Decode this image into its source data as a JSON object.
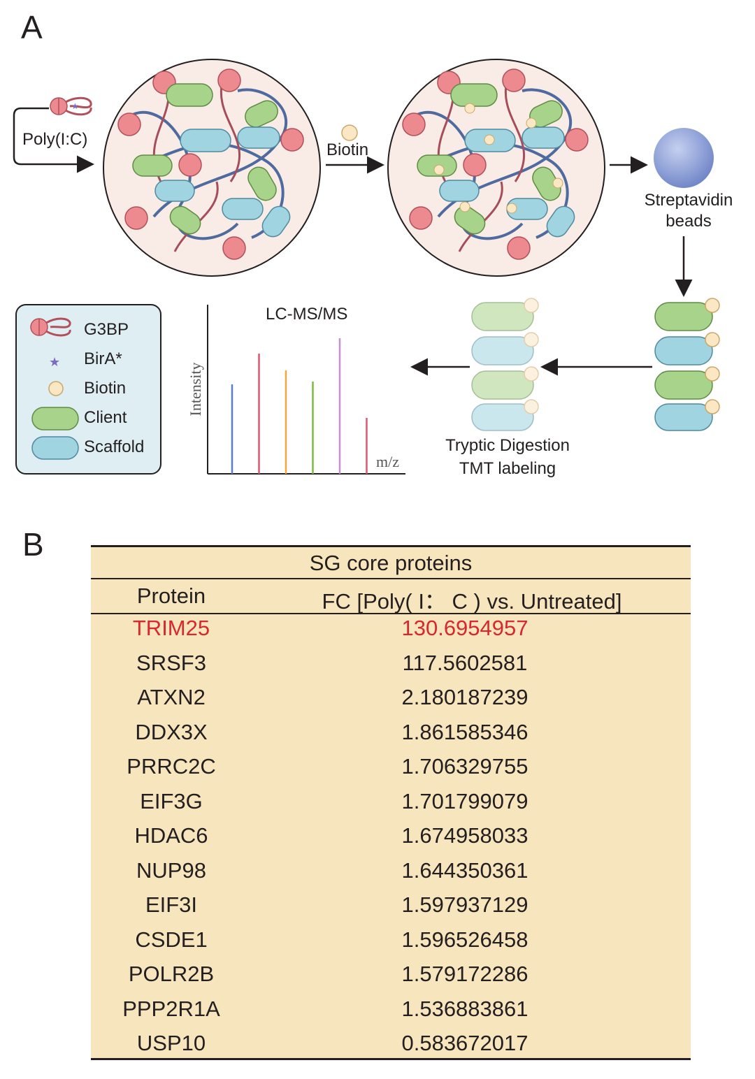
{
  "panel_a": {
    "letter": "A",
    "treatment_label": "Poly(I:C)",
    "biotin_arrow_label": "Biotin",
    "beads_label_line1": "Streptavidin",
    "beads_label_line2": "beads",
    "digestion_label_line1": "Tryptic Digestion",
    "digestion_label_line2": "TMT labeling",
    "ms_title": "LC-MS/MS",
    "ms_y_label": "Intensity",
    "ms_x_label": "m/z",
    "legend": [
      {
        "label": "G3BP",
        "icon": "g3bp-icon"
      },
      {
        "label": "BirA*",
        "icon": "star-icon"
      },
      {
        "label": "Biotin",
        "icon": "biotin-dot-icon"
      },
      {
        "label": "Client",
        "icon": "client-pill-icon"
      },
      {
        "label": "Scaffold",
        "icon": "scaffold-pill-icon"
      }
    ],
    "colors": {
      "client": "#a8d38a",
      "scaffold": "#9fd4e0",
      "g3bp": "#ec8a8f",
      "biotin": "#fbe7c4",
      "bead": "#8a9fd6",
      "droplet": "#f9ece6",
      "legend_box": "#dfeef2"
    },
    "spectrum_peaks": [
      {
        "color": "#5b7fc7",
        "rel": 0.64
      },
      {
        "color": "#e0566e",
        "rel": 0.86
      },
      {
        "color": "#f2a541",
        "rel": 0.74
      },
      {
        "color": "#7dbb3f",
        "rel": 0.66
      },
      {
        "color": "#c58fd0",
        "rel": 0.97
      },
      {
        "color": "#e0566e",
        "rel": 0.4
      }
    ]
  },
  "panel_b": {
    "letter": "B",
    "table_title": "SG core proteins",
    "col_protein": "Protein",
    "col_fc": "FC [Poly( I： C ) vs. Untreated]",
    "highlight_color": "#d7282f",
    "rows": [
      {
        "protein": "TRIM25",
        "fc": "130.6954957"
      },
      {
        "protein": "SRSF3",
        "fc": "117.5602581"
      },
      {
        "protein": "ATXN2",
        "fc": "2.180187239"
      },
      {
        "protein": "DDX3X",
        "fc": "1.861585346"
      },
      {
        "protein": "PRRC2C",
        "fc": "1.706329755"
      },
      {
        "protein": "EIF3G",
        "fc": "1.701799079"
      },
      {
        "protein": "HDAC6",
        "fc": "1.674958033"
      },
      {
        "protein": "NUP98",
        "fc": "1.644350361"
      },
      {
        "protein": "EIF3I",
        "fc": "1.597937129"
      },
      {
        "protein": "CSDE1",
        "fc": "1.596526458"
      },
      {
        "protein": "POLR2B",
        "fc": "1.579172286"
      },
      {
        "protein": "PPP2R1A",
        "fc": "1.536883861"
      },
      {
        "protein": "USP10",
        "fc": "0.583672017"
      }
    ]
  }
}
